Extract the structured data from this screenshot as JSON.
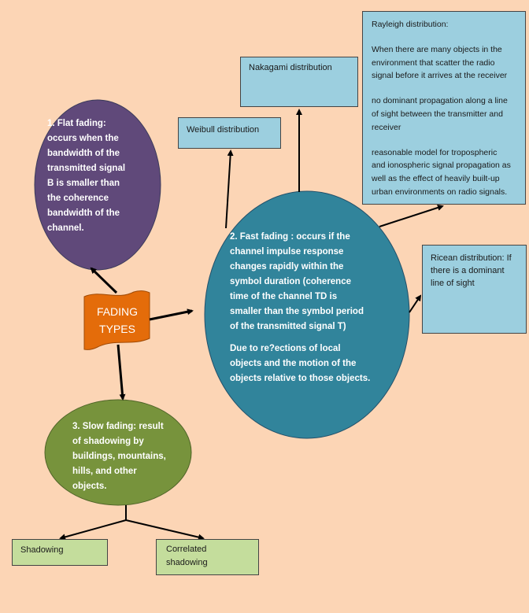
{
  "center": {
    "label_line1": "FADING",
    "label_line2": "TYPES"
  },
  "flat_fading": {
    "title": "1. Flat fading:",
    "lines": [
      "occurs when the",
      "bandwidth of the",
      "transmitted signal",
      "B is smaller than",
      "the coherence",
      "bandwidth of the",
      "channel."
    ]
  },
  "fast_fading": {
    "lines": [
      "2. Fast fading : occurs if the",
      "channel impulse response",
      "changes rapidly within the",
      "symbol duration (coherence",
      "time of the channel TD is",
      "smaller than the symbol period",
      "of the transmitted signal T)"
    ],
    "lines2": [
      "Due to re?ections of local",
      "objects and the motion of the",
      "objects relative to those objects."
    ]
  },
  "slow_fading": {
    "title": "3. Slow fading:",
    "lines": [
      " result",
      "of shadowing by",
      "buildings, mountains,",
      "hills, and other",
      "objects."
    ]
  },
  "weibull": {
    "label": "Weibull distribution"
  },
  "nakagami": {
    "label": "Nakagami distribution"
  },
  "rayleigh": {
    "title": "Rayleigh distribution:",
    "para1": [
      "When there are many objects in the",
      "environment that scatter the radio",
      "signal before it arrives at the receiver"
    ],
    "para2": [
      "no dominant propagation along a line",
      "of sight between the transmitter and",
      "receiver"
    ],
    "para3": [
      "reasonable model for tropospheric",
      "and ionospheric signal propagation as",
      "well as the effect of heavily built-up",
      "urban environments on radio signals."
    ]
  },
  "ricean": {
    "lines": [
      "Ricean distribution: If",
      "there is a dominant",
      "line of sight"
    ]
  },
  "shadowing": {
    "label": "Shadowing"
  },
  "correlated": {
    "lines": [
      "Correlated",
      "shadowing"
    ]
  },
  "colors": {
    "background": "#fcd5b5",
    "flat_fill": "#60497a",
    "fast_fill": "#31849b",
    "slow_fill": "#77933c",
    "center_fill": "#e46c0a",
    "box_blue": "#9ccfdf",
    "box_green": "#c4dd9c"
  }
}
